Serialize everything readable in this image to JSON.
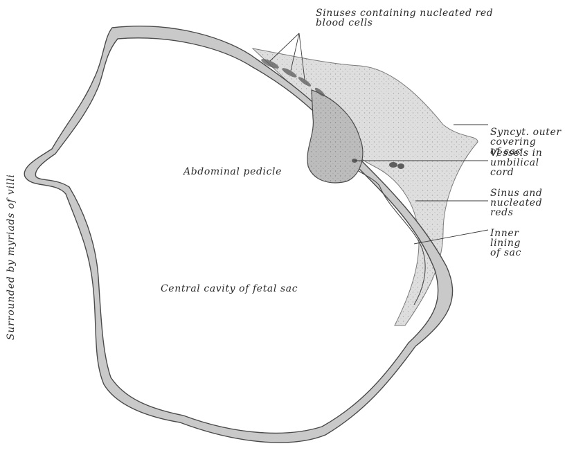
{
  "labels": {
    "sinuses": "Sinuses containing nucleated red\nblood cells",
    "syncytium": "Syncyt. outer\ncovering\nof sac",
    "vessels": "Vessels in\numbilical\ncord",
    "sinus_reds": "Sinus and\nnucleated\nreds",
    "inner_lining": "Inner\nlining\nof sac",
    "abdominal_pedicle": "Abdominal pedicle",
    "central_cavity": "Central cavity of fetal sac",
    "villi": "Surrounded by myriads of villi"
  },
  "colors": {
    "outline": "#4a4a4a",
    "tissue": "#d6d6d6",
    "stipple": "#7a7a7a",
    "label": "#2a2a2a"
  }
}
